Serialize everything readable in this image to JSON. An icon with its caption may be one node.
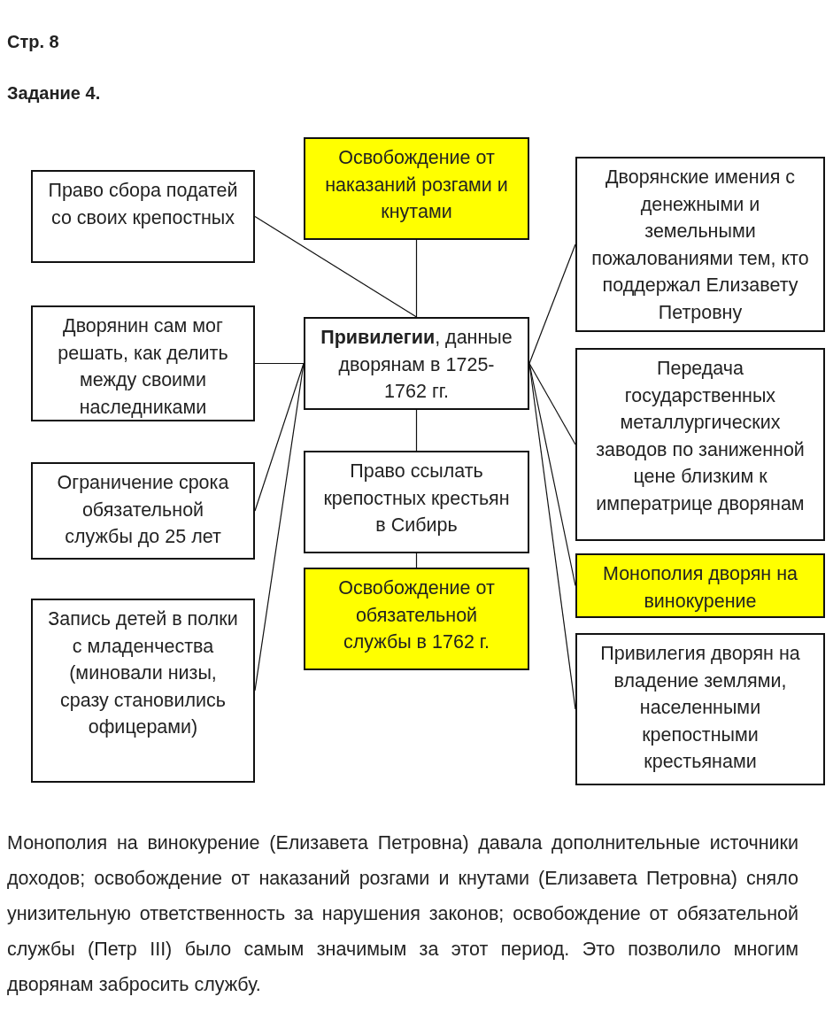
{
  "diagram": {
    "nodes": [
      {
        "text": [
          "Право сбора податей со своих крепостных"
        ]
      },
      {
        "text": [
          "Освобождение от наказаний розгами и кнутами"
        ]
      },
      {
        "text": [
          "Дворянские имения с денежными и земельными пожалованиями тем, кто поддержал Елизавету Петровну"
        ]
      },
      {
        "text": [
          "Дворянин сам мог решать, как делить между своими наследниками"
        ]
      },
      {
        "text": [
          "**Привилегии**, данные дворянам в 1725-1762 гг."
        ]
      },
      {
        "text": [
          "Передача государственных металлургических заводов по заниженной цене близким к императрице дворянам"
        ]
      },
      {
        "text": [
          "Право ссылать крепостных крестьян в Сибирь"
        ]
      },
      {
        "text": [
          "Ограничение срока обязательной службы до 25 лет"
        ]
      },
      {
        "text": [
          "Монополия дворян на винокурение"
        ]
      },
      {
        "text": [
          "Освобождение от обязательной службы в 1762 г."
        ]
      },
      {
        "text": [
          "Запись детей в полки с младенчества (миновали низы, сразу становились офицерами)"
        ]
      },
      {
        "text": [
          "Привилегия дворян на владение землями, населенными крепостными крестьянами"
        ]
      }
    ],
    "edges": [
      {
        "from": 4,
        "to": 0,
        "arrow": "none"
      },
      {
        "from": 4,
        "to": 1,
        "arrow": "none"
      },
      {
        "from": 4,
        "to": 2,
        "arrow": "none"
      },
      {
        "from": 4,
        "to": 3,
        "arrow": "none"
      },
      {
        "from": 4,
        "to": 7,
        "arrow": "none"
      },
      {
        "from": 4,
        "to": 10,
        "arrow": "none"
      },
      {
        "from": 4,
        "to": 5,
        "arrow": "none"
      },
      {
        "from": 4,
        "to": 8,
        "arrow": "none"
      },
      {
        "from": 4,
        "to": 11,
        "arrow": "none"
      },
      {
        "from": 4,
        "to": 6,
        "arrow": "none"
      },
      {
        "from": 6,
        "to": 9,
        "arrow": "none"
      }
    ],
    "labels": [
      "Стр. 8",
      "Задание 4.",
      "Монополия на винокурение (Елизавета Петровна) давала дополнительные источники доходов; освобождение от наказаний розгами и кнутами (Елизавета Петровна) сняло унизительную ответственность за нарушения законов; освобождение от обязательной службы (Петр III) было самым значимым за этот период. Это позволило многим дворянам забросить службу."
    ]
  }
}
